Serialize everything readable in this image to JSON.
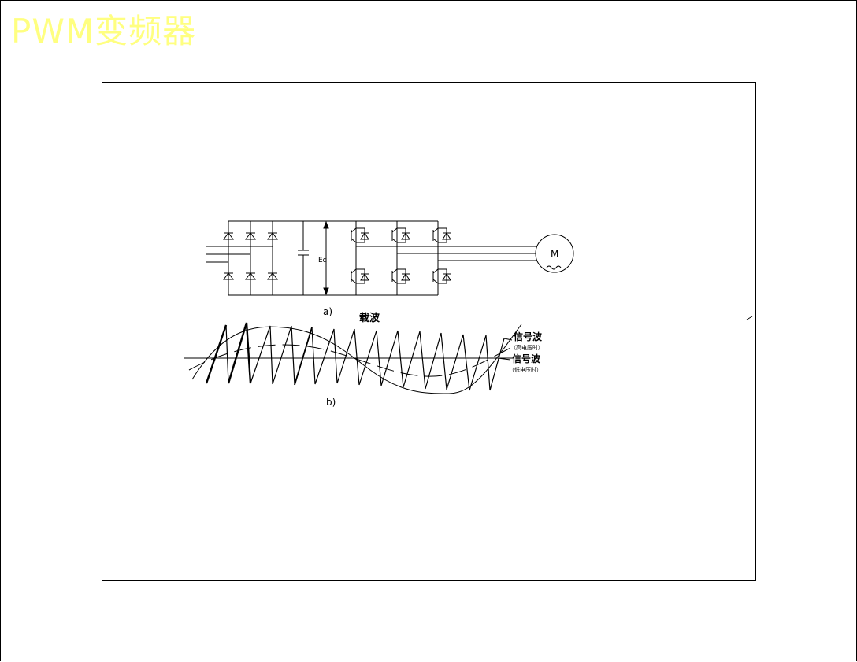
{
  "title": "PWM变频器",
  "circuit": {
    "caption": "a)",
    "dc_voltage_label": "Ed",
    "motor_label": "M",
    "motor_symbol": "~"
  },
  "waveform": {
    "caption": "b)",
    "carrier_label": "载波",
    "signal_high_label": "信号波",
    "signal_high_note": "（高电压时）",
    "signal_low_label": "信号波",
    "signal_low_note": "（低电压时）"
  },
  "colors": {
    "title": "#ffff80",
    "line": "#000000"
  }
}
